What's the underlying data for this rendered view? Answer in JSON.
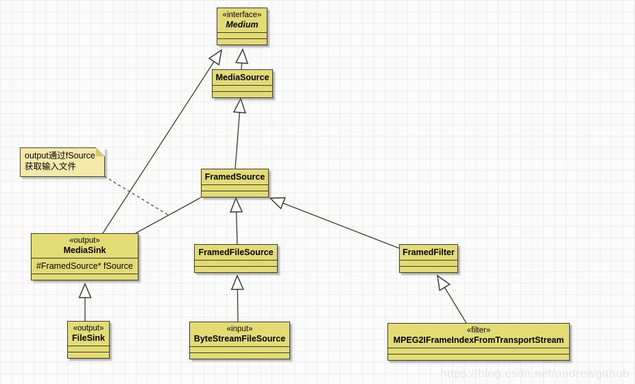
{
  "diagram": {
    "classes": [
      {
        "key": "medium",
        "stereotype": "«interface»",
        "name": "Medium",
        "attribute": ""
      },
      {
        "key": "mediasource",
        "stereotype": "",
        "name": "MediaSource",
        "attribute": ""
      },
      {
        "key": "framedsource",
        "stereotype": "",
        "name": "FramedSource",
        "attribute": ""
      },
      {
        "key": "mediasink",
        "stereotype": "«output»",
        "name": "MediaSink",
        "attribute": "#FramedSource* fSource"
      },
      {
        "key": "framedfilesource",
        "stereotype": "",
        "name": "FramedFileSource",
        "attribute": ""
      },
      {
        "key": "framedfilter",
        "stereotype": "",
        "name": "FramedFilter",
        "attribute": ""
      },
      {
        "key": "filesink",
        "stereotype": "«output»",
        "name": "FileSink",
        "attribute": ""
      },
      {
        "key": "bytestreamfilesource",
        "stereotype": "«input»",
        "name": "ByteStreamFileSource",
        "attribute": ""
      },
      {
        "key": "mpeg2iframeindex",
        "stereotype": "«filter»",
        "name": "MPEG2IFrameIndexFromTransportStream",
        "attribute": ""
      }
    ],
    "note": {
      "line1": "output通过fSource",
      "line2": "获取输入文件"
    },
    "relations": [
      {
        "from": "MediaSource",
        "to": "Medium",
        "type": "generalization"
      },
      {
        "from": "MediaSink",
        "to": "Medium",
        "type": "generalization"
      },
      {
        "from": "FramedSource",
        "to": "MediaSource",
        "type": "generalization"
      },
      {
        "from": "MediaSink",
        "to": "FramedSource",
        "type": "association"
      },
      {
        "from": "FramedFileSource",
        "to": "FramedSource",
        "type": "generalization"
      },
      {
        "from": "FramedFilter",
        "to": "FramedSource",
        "type": "generalization"
      },
      {
        "from": "FileSink",
        "to": "MediaSink",
        "type": "generalization"
      },
      {
        "from": "ByteStreamFileSource",
        "to": "FramedFileSource",
        "type": "generalization"
      },
      {
        "from": "MPEG2IFrameIndexFromTransportStream",
        "to": "FramedFilter",
        "type": "generalization"
      },
      {
        "from": "note",
        "to": "MediaSink-FramedSource-association",
        "type": "note-anchor"
      }
    ],
    "watermark": "https://blog.csdn.net/andrewgithub",
    "colors": {
      "class_fill": "#e3db74",
      "class_border": "#3b3a30",
      "note_fill": "#f5e9a9",
      "grid_line": "#ededed",
      "background": "#fbfbfb",
      "watermark": "#e6e6e6"
    }
  }
}
